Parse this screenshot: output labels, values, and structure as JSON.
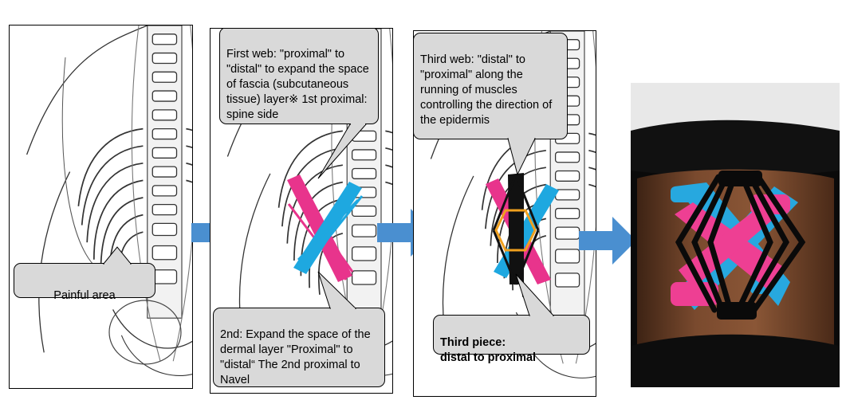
{
  "panels": [
    {
      "callouts": [
        {
          "text": "Painful area"
        }
      ]
    },
    {
      "callouts": [
        {
          "text": "First web: \"proximal\" to \"distal\" to expand the space of fascia (subcutaneous tissue) layer※ 1st proximal: spine side"
        },
        {
          "text": "2nd: Expand the space of the dermal layer \"Proximal\" to \"distal“ The 2nd proximal to Navel"
        }
      ]
    },
    {
      "callouts": [
        {
          "text": "Third web: \"distal\" to \"proximal\" along the running of muscles controlling the direction of the epidermis"
        },
        {
          "text": "Third piece:\ndistal to proximal"
        }
      ]
    }
  ],
  "colors": {
    "tape_pink": "#e8348c",
    "tape_blue": "#1ea8e0",
    "tape_black": "#111111",
    "highlight_hexagon": "#f0a01e",
    "callout_fill": "#d9d9d9",
    "arrow_fill": "#4a8fd0"
  }
}
